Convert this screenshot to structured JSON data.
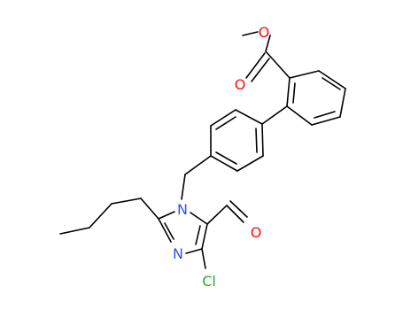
{
  "atoms": {
    "ester_methoxy_o": {
      "text": "O",
      "color": "#ff0d0d"
    },
    "ester_carbonyl_o": {
      "text": "O",
      "color": "#ff0d0d"
    },
    "ring_n1": {
      "text": "N",
      "color": "#3050f8"
    },
    "ring_n3": {
      "text": "N",
      "color": "#3050f8"
    },
    "aldehyde_o": {
      "text": "O",
      "color": "#ff0d0d"
    },
    "chlorine": {
      "text": "Cl",
      "color": "#1fb01f"
    }
  },
  "colors": {
    "bond": "#000000"
  }
}
